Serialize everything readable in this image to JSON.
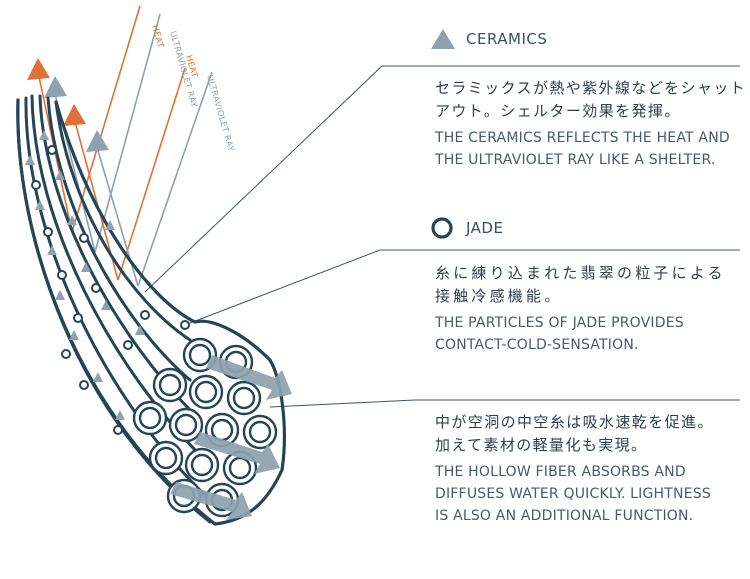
{
  "colors": {
    "teal_dark": "#234555",
    "ceramic_gray": "#8ea1ae",
    "heat_orange": "#e0703a",
    "text": "#2f3f4a"
  },
  "ray_labels": {
    "heat_1": "HEAT",
    "uv_1": "ULTRAVIOLET RAY",
    "heat_2": "HEAT",
    "uv_2": "ULTRAVIOLET RAY"
  },
  "ceramics": {
    "icon": "triangle-icon",
    "title": "CERAMICS",
    "jp_line1": "セラミックスが熱や紫外線などをシャット",
    "jp_line2": "アウト。シェルター効果を発揮。",
    "en_line1": "THE CERAMICS REFLECTS THE HEAT AND",
    "en_line2": "THE ULTRAVIOLET RAY LIKE A SHELTER."
  },
  "jade": {
    "icon": "ring-icon",
    "title": "JADE",
    "jp_line1": "糸に練り込まれた翡翠の粒子による",
    "jp_line2": "接触冷感機能。",
    "en_line1": "THE PARTICLES OF JADE  PROVIDES",
    "en_line2": "CONTACT-COLD-SENSATION."
  },
  "hollow": {
    "jp_line1": "中が空洞の中空糸は吸水速乾を促進。",
    "jp_line2": "加えて素材の軽量化も実現。",
    "en_line1": "THE HOLLOW FIBER ABSORBS AND",
    "en_line2": "DIFFUSES WATER QUICKLY. LIGHTNESS",
    "en_line3": "IS ALSO AN ADDITIONAL  FUNCTION."
  }
}
